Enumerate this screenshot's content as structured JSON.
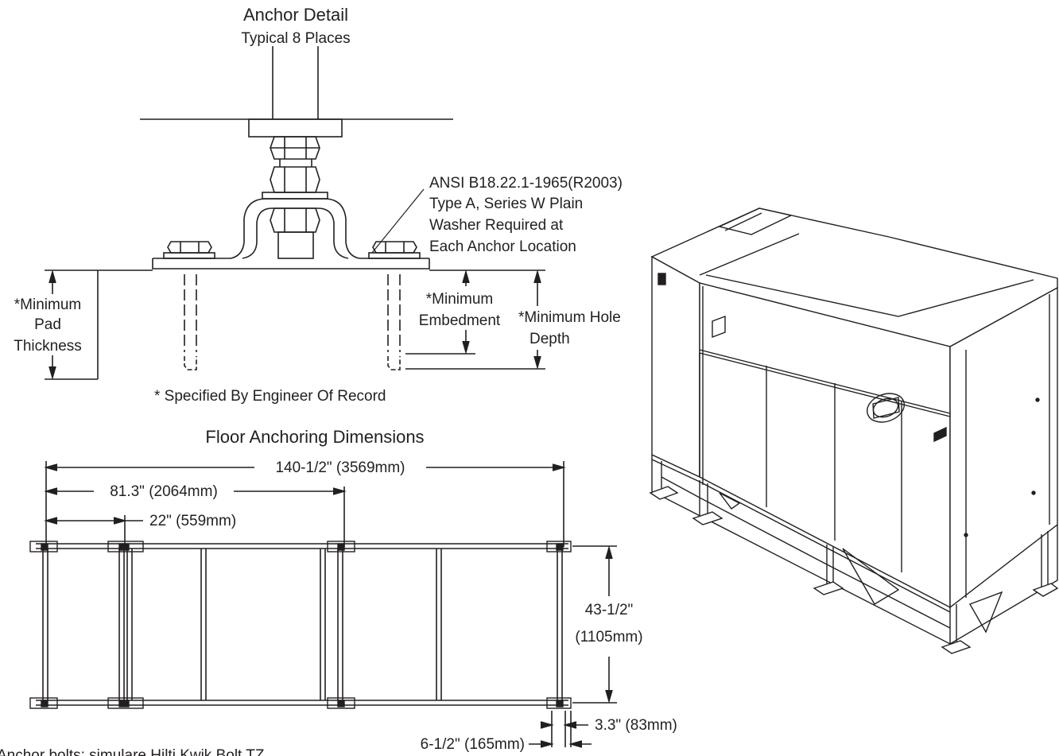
{
  "anchor_detail": {
    "title": "Anchor Detail",
    "subtitle": "Typical 8 Places",
    "washer_note": [
      "ANSI B18.22.1-1965(R2003)",
      "Type A, Series W Plain",
      "Washer Required at",
      "Each Anchor Location"
    ],
    "min_pad": [
      "*Minimum",
      "Pad",
      "Thickness"
    ],
    "min_embed": [
      "*Minimum",
      "Embedment"
    ],
    "min_hole": [
      "*Minimum Hole",
      "Depth"
    ],
    "specified_note": "* Specified By Engineer Of Record"
  },
  "floor_plan": {
    "title": "Floor Anchoring Dimensions",
    "dim_overall": "140-1/2\" (3569mm)",
    "dim_mid": "81.3\" (2064mm)",
    "dim_short": "22\" (559mm)",
    "dim_depth_in": "43-1/2\"",
    "dim_depth_mm": "(1105mm)",
    "dim_foot_width": "3.3\" (83mm)",
    "dim_foot_offset": "6-1/2\" (165mm)",
    "bottom_note": "Anchor bolts: simulare Hilti Kwik Bolt TZ"
  },
  "colors": {
    "ink": "#231f20",
    "panel": "#ffffff"
  }
}
